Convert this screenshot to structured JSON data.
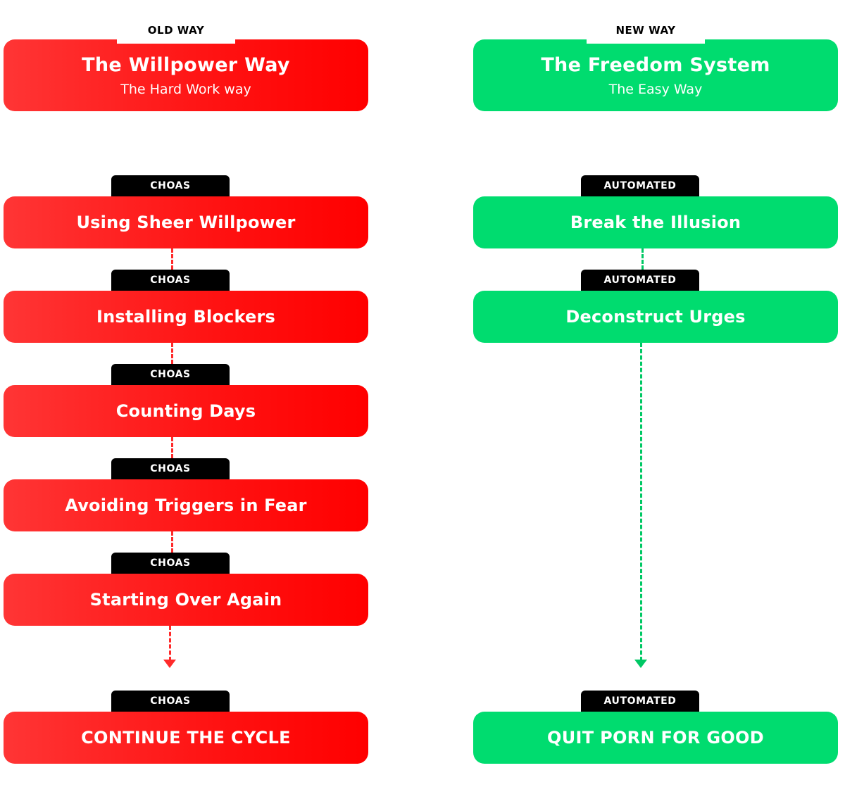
{
  "old_way": {
    "tab_label": "OLD WAY",
    "title": "The Willpower Way",
    "subtitle": "The Hard Work way",
    "tag": "CHOAS",
    "steps": [
      "Using Sheer Willpower",
      "Installing Blockers",
      "Counting Days",
      "Avoiding Triggers in Fear",
      "Starting Over Again"
    ],
    "final": "CONTINUE THE CYCLE",
    "color": "#ff1a1a"
  },
  "new_way": {
    "tab_label": "NEW WAY",
    "title": "The Freedom System",
    "subtitle": "The Easy Way",
    "tag": "AUTOMATED",
    "steps": [
      "Break the Illusion",
      "Deconstruct Urges"
    ],
    "final": "QUIT PORN FOR GOOD",
    "color": "#00dc6f"
  }
}
